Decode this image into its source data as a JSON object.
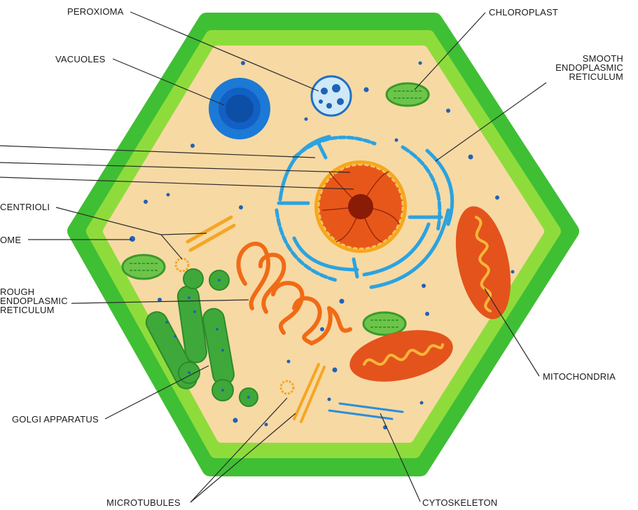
{
  "labels": {
    "peroxioma": "PEROXIOMA",
    "vacuoles": "VACUOLES",
    "centrioli": "CENTRIOLI",
    "lysosome_partial": "OME",
    "rough_er": "ROUGH\nENDOPLASMIC\nRETICULUM",
    "golgi": "GOLGI APPARATUS",
    "microtubules": "MICROTUBULES",
    "cytoskeleton": "CYTOSKELETON",
    "mitochondria": "MITOCHONDRIA",
    "smooth_er": "SMOOTH\nENDOPLASMIC\nRETICULUM",
    "chloroplast": "CHLOROPLAST"
  },
  "colors": {
    "cell_wall_outer": "#3fbf34",
    "cell_wall_inner": "#8edc3c",
    "cytoplasm": "#f7d9a4",
    "vacuole": "#1c79d6",
    "vacuole_core": "#0d4fa6",
    "peroxisome": "#cfe9f7",
    "chloroplast": "#6cc54a",
    "nucleus": "#e8571a",
    "nucleolus": "#8a1b06",
    "er_blue": "#2ba3e0",
    "golgi_green": "#3ea93a",
    "mitochondria": "#e4531c",
    "mito_inner": "#f6b73a",
    "orange_er": "#f06b16",
    "microtubule": "#f5a623",
    "cytoskeleton": "#2c8fd8",
    "dots": "#1e63b7",
    "leader_line": "#2b2b2b"
  }
}
